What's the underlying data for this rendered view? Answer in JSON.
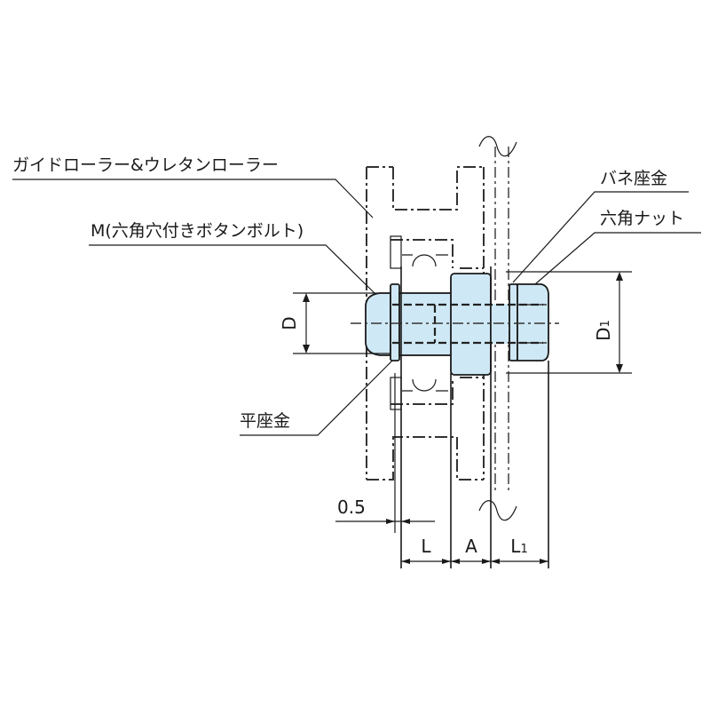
{
  "diagram": {
    "type": "mechanical-assembly-drawing",
    "colors": {
      "part_fill": "#cfe8f5",
      "line": "#1a1a1a",
      "background": "#ffffff"
    },
    "labels": {
      "guide_roller": "ガイドローラー&ウレタンローラー",
      "bolt": "M(六角穴付きボタンボルト)",
      "spring_washer": "バネ座金",
      "hex_nut": "六角ナット",
      "flat_washer": "平座金"
    },
    "dimensions": {
      "D": "D",
      "D1": "D",
      "D1_sub": "1",
      "gap": "0.5",
      "L": "L",
      "A": "A",
      "L1": "L",
      "L1_sub": "1"
    },
    "break_symbol": "~"
  }
}
